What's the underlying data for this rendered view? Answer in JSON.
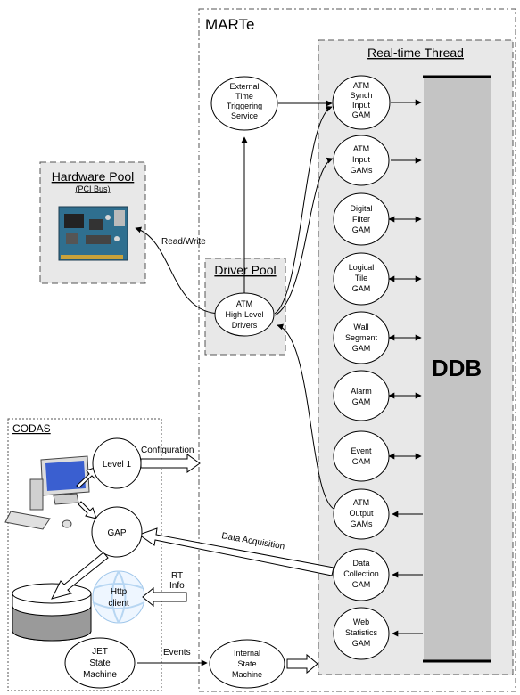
{
  "marte": {
    "title": "MARTe"
  },
  "rt_thread": {
    "title": "Real-time Thread"
  },
  "ddb": {
    "label": "DDB"
  },
  "hardware_pool": {
    "title": "Hardware Pool",
    "subtitle": "(PCI Bus)"
  },
  "driver_pool": {
    "title": "Driver Pool"
  },
  "codas": {
    "title": "CODAS"
  },
  "nodes": {
    "ext_time": [
      "External",
      "Time",
      "Triggering",
      "Service"
    ],
    "atm_drivers": [
      "ATM",
      "High-Level",
      "Drivers"
    ],
    "synch": [
      "ATM",
      "Synch",
      "Input",
      "GAM"
    ],
    "input": [
      "ATM",
      "Input",
      "GAMs"
    ],
    "filter": [
      "Digital",
      "Filter",
      "GAM"
    ],
    "tile": [
      "Logical",
      "Tile",
      "GAM"
    ],
    "wall": [
      "Wall",
      "Segment",
      "GAM"
    ],
    "alarm": [
      "Alarm",
      "GAM"
    ],
    "event": [
      "Event",
      "GAM"
    ],
    "output": [
      "ATM",
      "Output",
      "GAMs"
    ],
    "datacol": [
      "Data",
      "Collection",
      "GAM"
    ],
    "webstats": [
      "Web",
      "Statistics",
      "GAM"
    ],
    "level1": [
      "Level 1"
    ],
    "gap": [
      "GAP"
    ],
    "http": [
      "Http",
      "client"
    ],
    "jet": [
      "JET",
      "State",
      "Machine"
    ],
    "internal": [
      "Internal",
      "State",
      "Machine"
    ]
  },
  "edges": {
    "read_write": "Read/Write",
    "configuration": "Configuration",
    "data_acquisition": "Data Acquisition",
    "rt_info": [
      "RT",
      "Info"
    ],
    "events": "Events"
  },
  "colors": {
    "box_fill": "#e8e8e8",
    "ddb_fill": "#c4c4c4",
    "monitor": "#3a5fd0",
    "disk": "#9a9a9a"
  }
}
